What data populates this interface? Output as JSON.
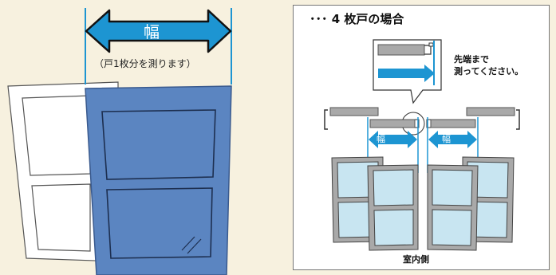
{
  "left": {
    "width_label": "幅",
    "caption": "（戸1枚分を測ります）"
  },
  "right": {
    "title": "･･･ 4 枚戸の場合",
    "callout_note": "先端まで\n測ってください。",
    "width_label_left": "幅",
    "width_label_right": "幅",
    "indoor_label": "室内側"
  },
  "colors": {
    "accent_blue": "#1d95d2",
    "door_blue": "#5b85c1",
    "frame_gray": "#a9a9a9",
    "glass_light": "#c8e5f1",
    "background": "#f7f1df"
  },
  "icons": [
    "double-arrow-icon",
    "glass-reflection-icon",
    "magnify-callout-icon",
    "door-stopper-icon"
  ]
}
